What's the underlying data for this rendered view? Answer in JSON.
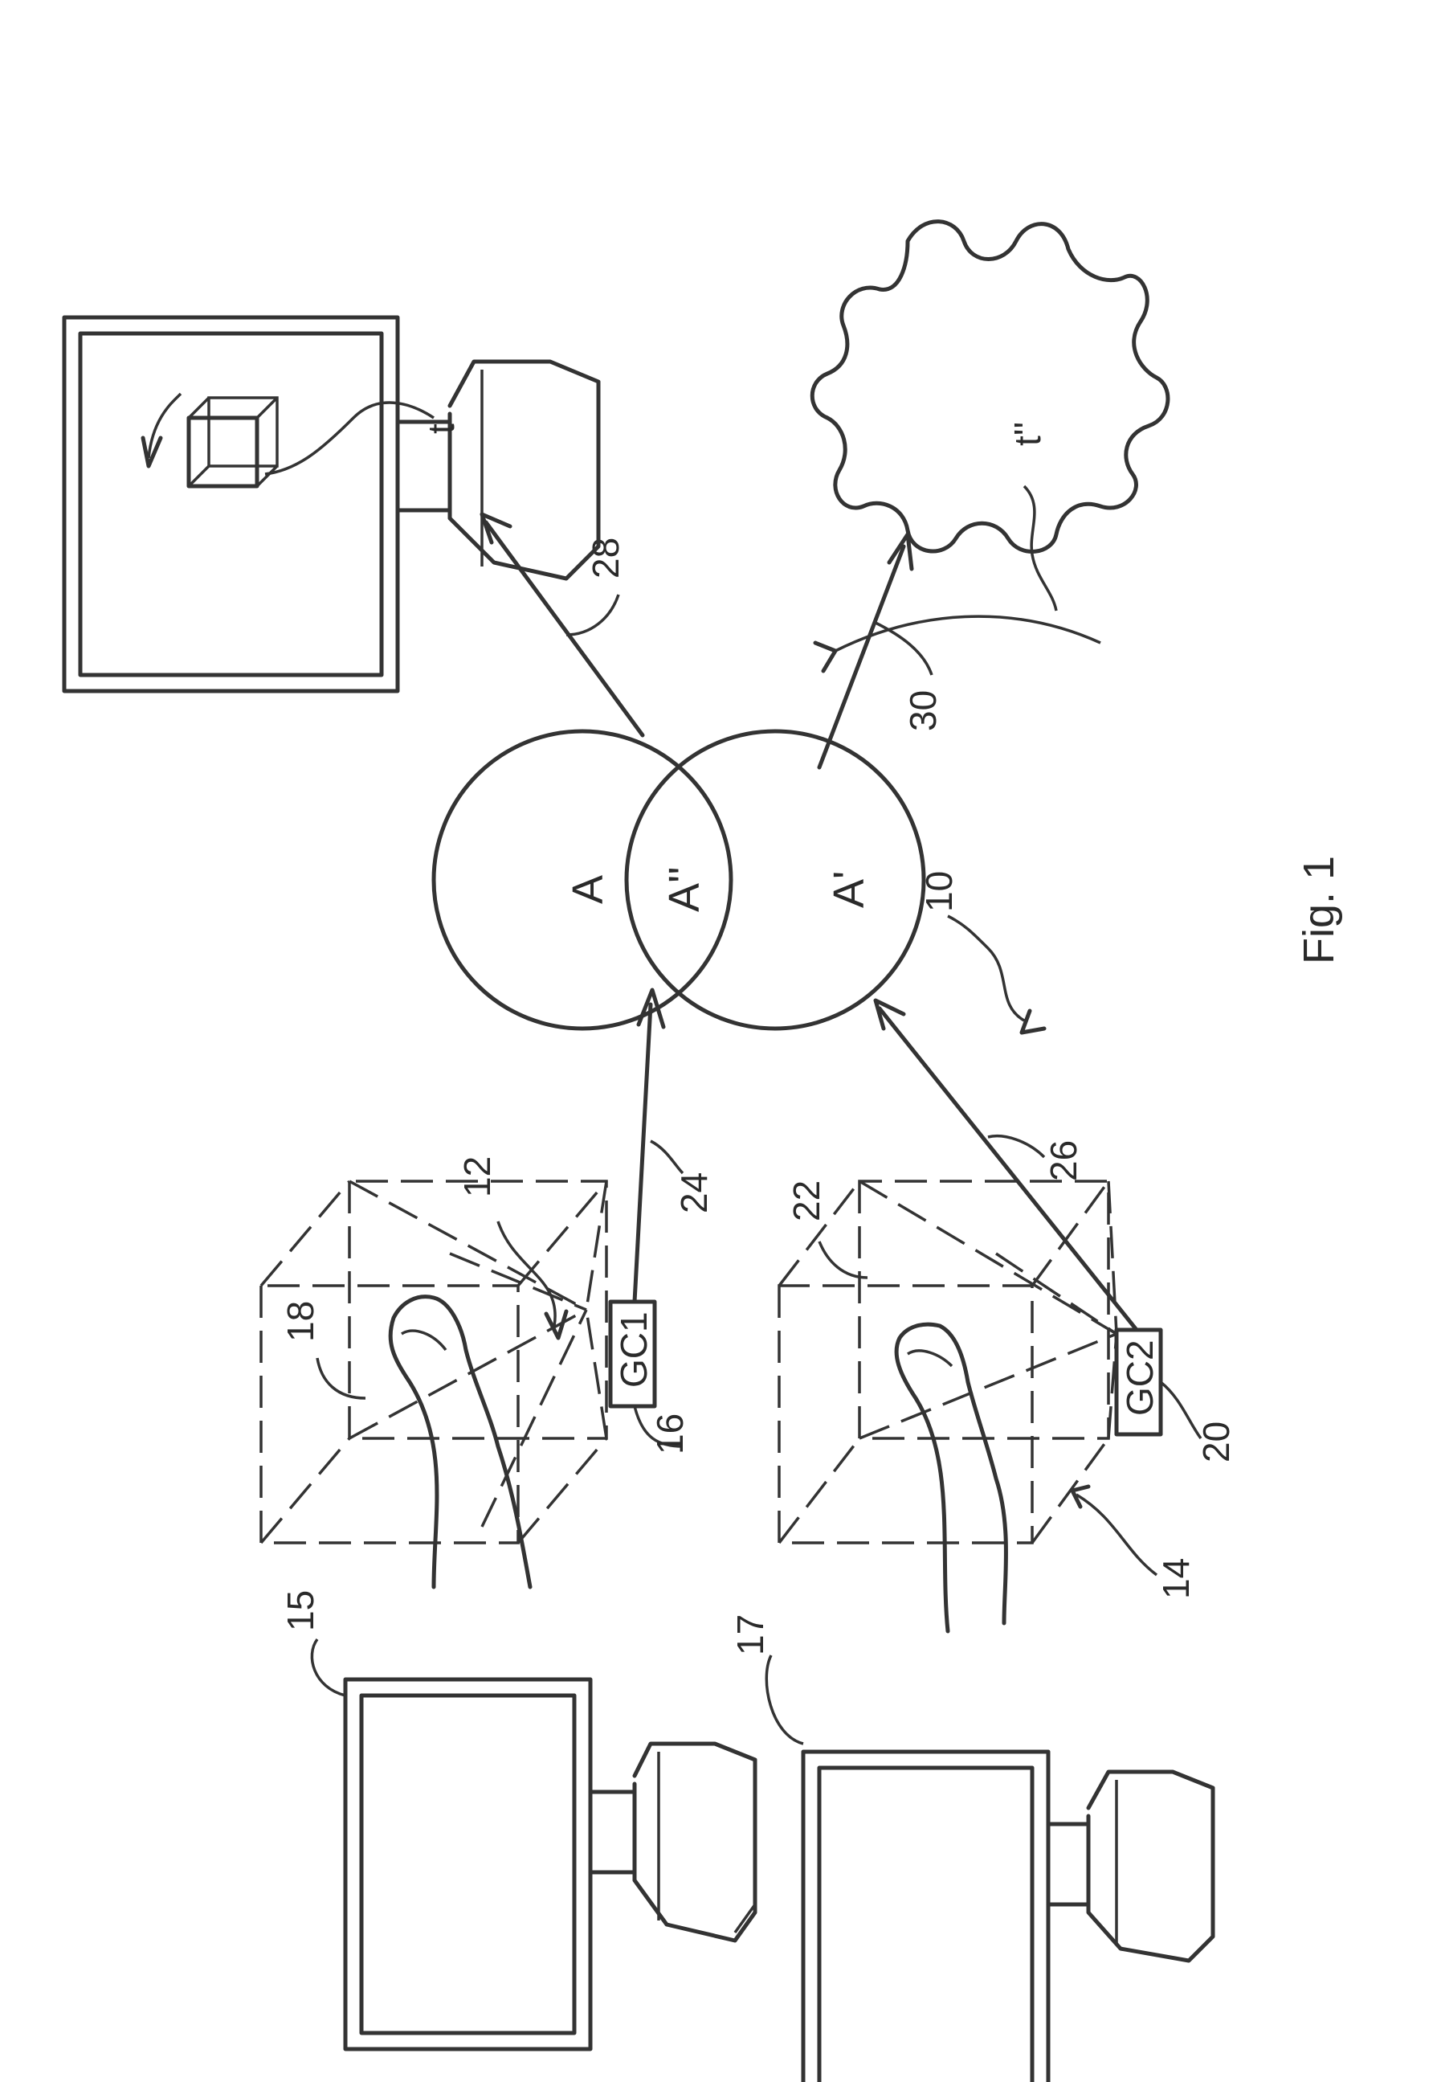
{
  "figure": {
    "caption": "Fig. 1",
    "labels": {
      "system": "10",
      "station_1": "12",
      "station_2": "14",
      "monitor_1": "15",
      "monitor_2": "17",
      "gesture_controller_1_ref": "16",
      "gesture_controller_2_ref": "20",
      "volume_1": "18",
      "volume_2": "22",
      "arrow_24": "24",
      "arrow_26": "26",
      "arrow_28": "28",
      "arrow_30": "30",
      "target_t": "t",
      "target_t_double": "t''"
    },
    "devices": {
      "gc1": "GC1",
      "gc2": "GC2"
    },
    "venn": {
      "set_a": "A",
      "set_a_prime": "A'",
      "intersection": "A''"
    }
  }
}
